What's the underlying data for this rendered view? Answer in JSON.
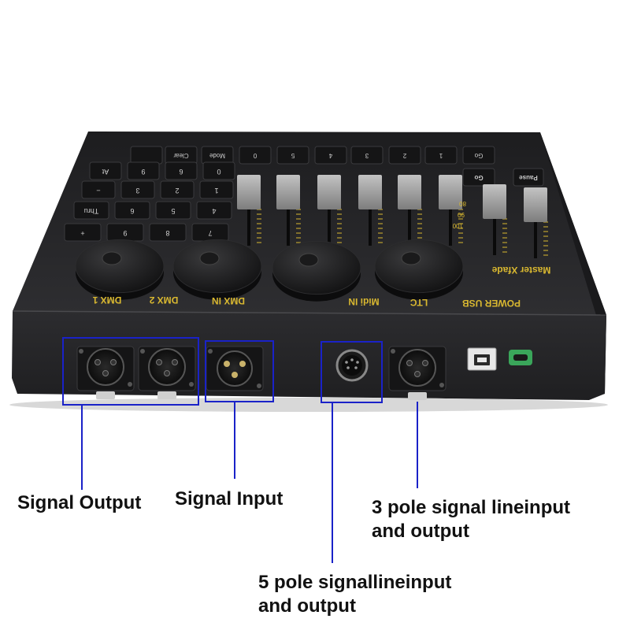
{
  "device": {
    "panel_labels": {
      "dmx1": "DMX 1",
      "dmx2": "DMX 2",
      "dmx_in": "DMX IN",
      "midi_in": "Midi IN",
      "ltc": "LTC",
      "power_usb": "POWER USB",
      "master_xfade": "Master Xfade"
    },
    "key_row_top": [
      "",
      "Clear",
      "Mode",
      "0",
      "5",
      "4",
      "3",
      "2",
      "1",
      "Go"
    ],
    "keypad_keys": [
      "At",
      "9",
      "6",
      "0",
      "−",
      "3",
      "2",
      "1",
      "Thru",
      "6",
      "5",
      "4",
      "+",
      "9",
      "8",
      "7"
    ],
    "side_keys": [
      "Pause",
      "Go"
    ],
    "fader_scale": [
      "100",
      "90",
      "80"
    ]
  },
  "callouts": {
    "signal_output": "Signal Output",
    "signal_input": "Signal Input",
    "three_pole_line1": "3 pole signal lineinput",
    "three_pole_line2": "and output",
    "five_pole_line1": "5 pole signallineinput",
    "five_pole_line2": "and output"
  },
  "colors": {
    "device_body": "#2b2b2d",
    "device_front": "#232325",
    "silkscreen": "#d9b830",
    "callout_box": "#1a22c8",
    "callout_line": "#1a22c8",
    "usb_c_housing": "#3aa65a",
    "fader_cap": "#9a9a9a"
  }
}
